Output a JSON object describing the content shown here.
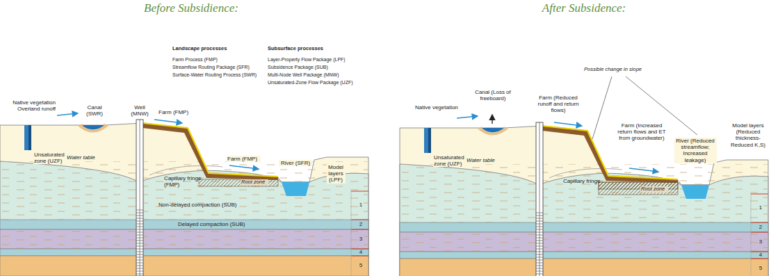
{
  "diagram": {
    "labels": [
      "Before Subsidience:",
      "Landscape processes",
      "Farm Process (FMP)",
      "Streamflow Routing Package (SFR)",
      "Surface-Water Routing Process (SWR)",
      "Subsurface processes",
      "Layer-Property Flow Package (LPF)",
      "Subsidence Package (SUB)",
      "Multi-Node Well Package (MNW)",
      "Unsaturated-Zone Flow Package (UZF)",
      "Native vegetation Overland runoff",
      "Canal (SWR)",
      "Well (MNW)",
      "Farm (FMP)",
      "Unsaturated zone (UZF)",
      "Water table",
      "Farm (FMP)",
      "Root zone",
      "Capillary fringe (FMP)",
      "River (SFR)",
      "Model layers (LPF)",
      "1",
      "2",
      "3",
      "4",
      "5",
      "Non-delayed compaction (SUB)",
      "Delayed compaction (SUB)",
      "After Subsidence:",
      "Possible change in slope",
      "Native vegetation",
      "Canal (Loss of freeboard)",
      "Farm (Reduced runoff and return flows)",
      "Farm (Increased return flows and ET from groundwater)",
      "Unsaturated zone (UZF)",
      "Water table",
      "Capillary fringe",
      "Root zone",
      "River (Reduced streamflow; Increased leakage)",
      "Model layers (Reduced thickness- Reduced K,S)",
      "1",
      "2",
      "3",
      "4",
      "5"
    ]
  }
}
